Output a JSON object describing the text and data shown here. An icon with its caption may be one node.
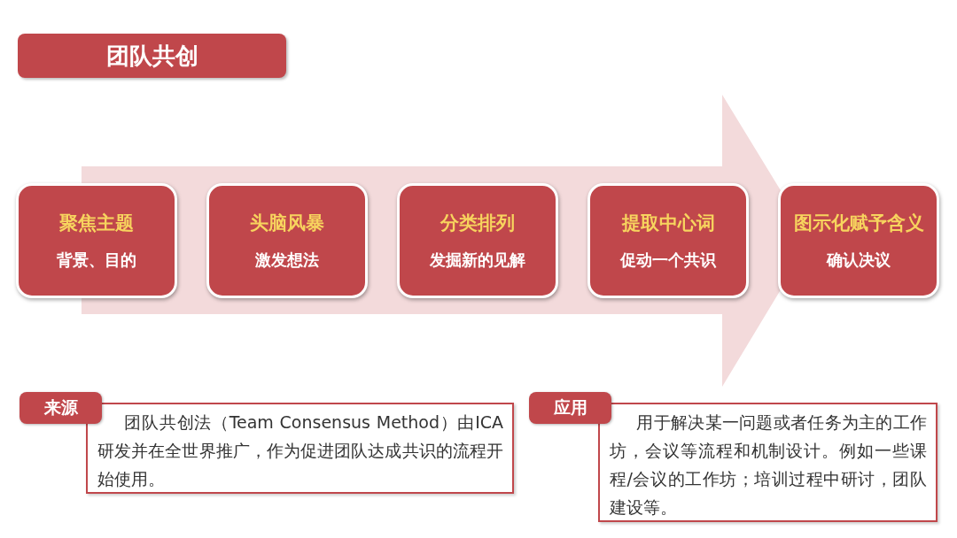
{
  "diagram": {
    "title": "团队共创",
    "nodes": [
      {
        "text": [
          "聚焦主题",
          "背景、目的"
        ]
      },
      {
        "text": [
          "头脑风暴",
          "激发想法"
        ]
      },
      {
        "text": [
          "分类排列",
          "发掘新的见解"
        ]
      },
      {
        "text": [
          "提取中心词",
          "促动一个共识"
        ]
      },
      {
        "text": [
          "图示化赋予含义",
          "确认决议"
        ]
      },
      {
        "text": [
          "来源",
          "团队共创法（Team Consensus Method）由ICA研发并在全世界推广，作为促进团队达成共识的流程开始使用。"
        ]
      },
      {
        "text": [
          "应用",
          "用于解决某一问题或者任务为主的工作坊，会议等流程和机制设计。例如一些课程/会议的工作坊；培训过程中研讨，团队建设等。"
        ]
      }
    ]
  }
}
